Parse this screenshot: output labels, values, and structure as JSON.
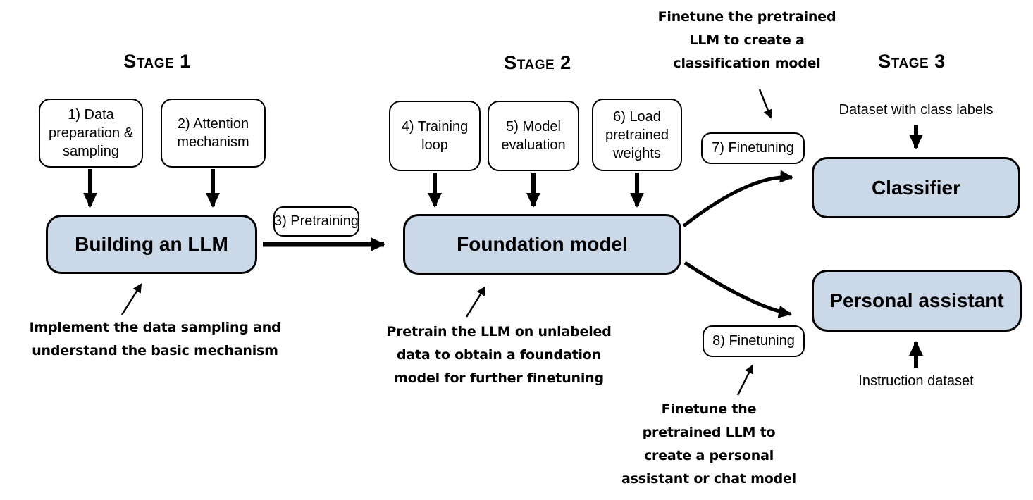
{
  "colors": {
    "node_fill": "#cbd8e8",
    "node_border": "#000000",
    "text": "#000000",
    "background": "#ffffff"
  },
  "stage1": {
    "title": "Stage 1",
    "boxes": [
      {
        "label": "1) Data preparation & sampling"
      },
      {
        "label": "2) Attention mechanism"
      }
    ],
    "main_box": "Building an LLM",
    "annotation": [
      "Implement the data sampling and",
      "understand the basic mechanism"
    ]
  },
  "transition": {
    "pretraining_pill": "3) Pretraining"
  },
  "stage2": {
    "title": "Stage 2",
    "boxes": [
      {
        "label": "4) Training loop"
      },
      {
        "label": "5) Model evaluation"
      },
      {
        "label": "6) Load pretrained weights"
      }
    ],
    "main_box": "Foundation model",
    "annotation": [
      "Pretrain the LLM on unlabeled",
      "data to obtain a foundation",
      "model for further finetuning"
    ]
  },
  "stage3": {
    "title": "Stage 3",
    "finetuning_classifier_pill": "7) Finetuning",
    "finetuning_assistant_pill": "8) Finetuning",
    "classifier_box": "Classifier",
    "assistant_box": "Personal assistant",
    "classifier_input_label": "Dataset with class labels",
    "assistant_input_label": "Instruction dataset",
    "annotation_classifier": [
      "Finetune the pretrained",
      "LLM to create a",
      "classification model"
    ],
    "annotation_assistant": [
      "Finetune the",
      "pretrained LLM to",
      "create a personal",
      "assistant or chat model"
    ]
  }
}
